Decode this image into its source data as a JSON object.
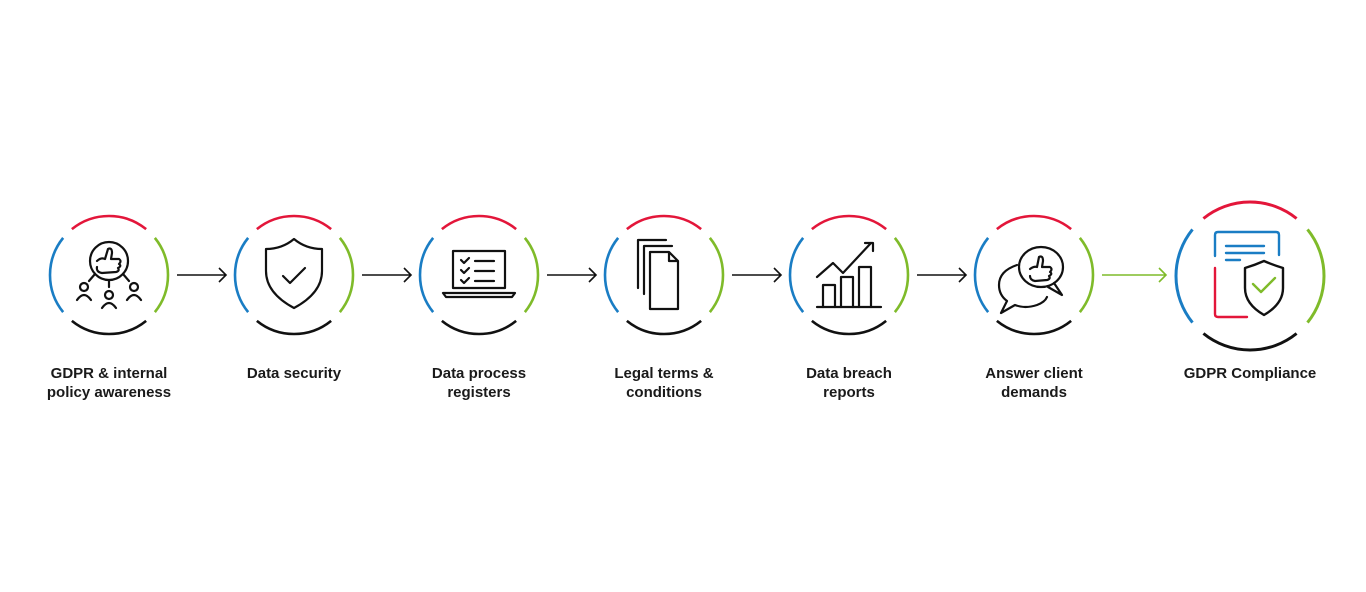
{
  "colors": {
    "top": "#e3163a",
    "left": "#1a7dc4",
    "right": "#7fbb2a",
    "bottom": "#111111",
    "final_arrow": "#7fbb2a"
  },
  "steps": [
    {
      "label_lines": [
        "GDPR & internal",
        "policy awareness"
      ],
      "icon": "people-thumbs-up-icon"
    },
    {
      "label_lines": [
        "Data security"
      ],
      "icon": "shield-check-icon"
    },
    {
      "label_lines": [
        "Data process",
        "registers"
      ],
      "icon": "laptop-checklist-icon"
    },
    {
      "label_lines": [
        "Legal terms &",
        "conditions"
      ],
      "icon": "documents-icon"
    },
    {
      "label_lines": [
        "Data breach",
        "reports"
      ],
      "icon": "bar-chart-trend-icon"
    },
    {
      "label_lines": [
        "Answer client",
        "demands"
      ],
      "icon": "speech-bubbles-thumbs-up-icon"
    },
    {
      "label_lines": [
        "GDPR Compliance"
      ],
      "icon": "document-shield-check-icon"
    }
  ]
}
